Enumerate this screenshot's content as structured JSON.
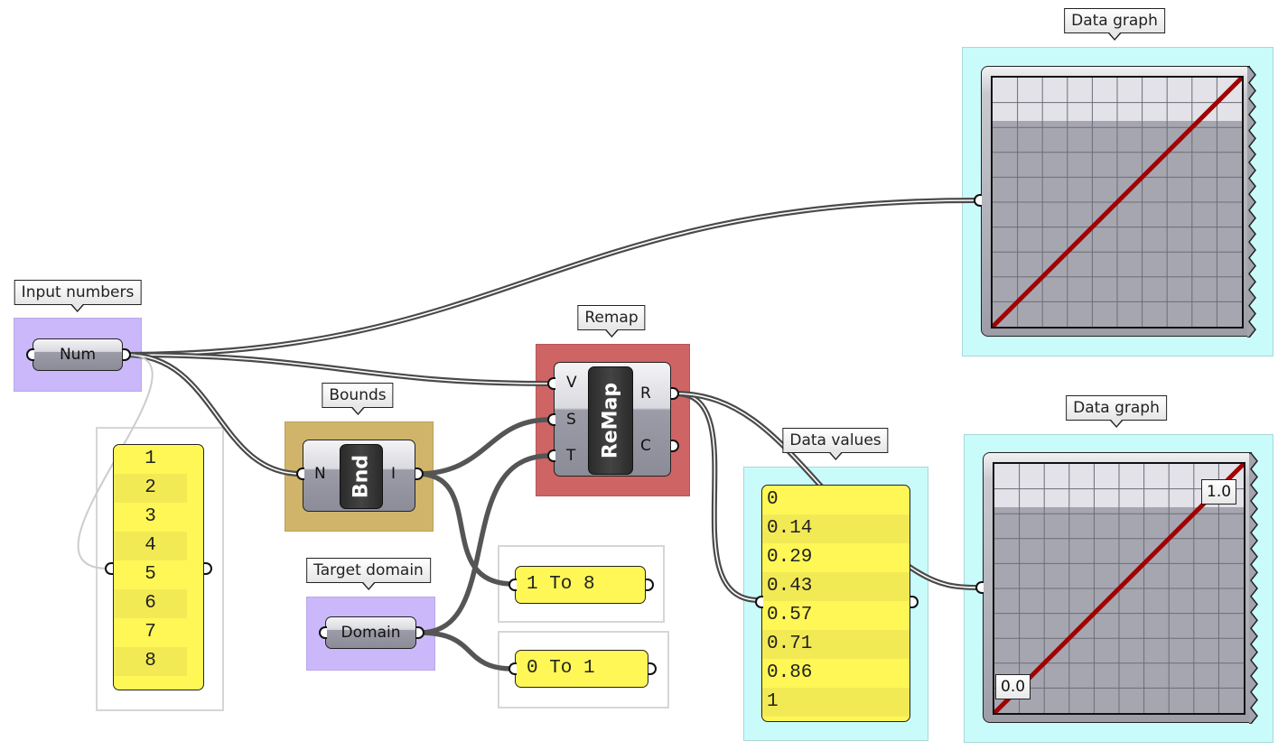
{
  "canvas": {
    "wire_color": "#4a4a4a",
    "colors": {
      "param_group": "#cbb8fb",
      "bounds_group": "#cfb46a",
      "remap_group": "#cf6464",
      "output_group": "#c9fbfb",
      "panel_fill": "#fff755",
      "graph_line": "#a00000"
    }
  },
  "groups": {
    "input_numbers": {
      "label": "Input numbers"
    },
    "bounds": {
      "label": "Bounds"
    },
    "remap": {
      "label": "Remap"
    },
    "target_domain": {
      "label": "Target domain"
    },
    "data_values": {
      "label": "Data values"
    },
    "data_graph_top": {
      "label": "Data graph"
    },
    "data_graph_bottom": {
      "label": "Data graph"
    }
  },
  "components": {
    "num_param": {
      "label": "Num"
    },
    "bounds": {
      "nickname": "Bnd",
      "inputs": [
        "N"
      ],
      "outputs": [
        "I"
      ]
    },
    "remap": {
      "nickname": "ReMap",
      "inputs": [
        "V",
        "S",
        "T"
      ],
      "outputs": [
        "R",
        "C"
      ]
    },
    "domain_param": {
      "label": "Domain"
    }
  },
  "panels": {
    "input_list": {
      "values": [
        "1",
        "2",
        "3",
        "4",
        "5",
        "6",
        "7",
        "8"
      ]
    },
    "bounds_result": {
      "value": "1 To 8"
    },
    "target_result": {
      "value": "0 To 1"
    },
    "data_values": {
      "values": [
        "0",
        "0.14",
        "0.29",
        "0.43",
        "0.57",
        "0.71",
        "0.86",
        "1"
      ]
    }
  },
  "graphs": {
    "top": {
      "type": "linear",
      "x": [
        0,
        1
      ],
      "y": [
        0,
        1
      ]
    },
    "bottom": {
      "type": "linear",
      "x": [
        0,
        1
      ],
      "y": [
        0,
        1
      ],
      "min_label": "0.0",
      "max_label": "1.0"
    }
  }
}
